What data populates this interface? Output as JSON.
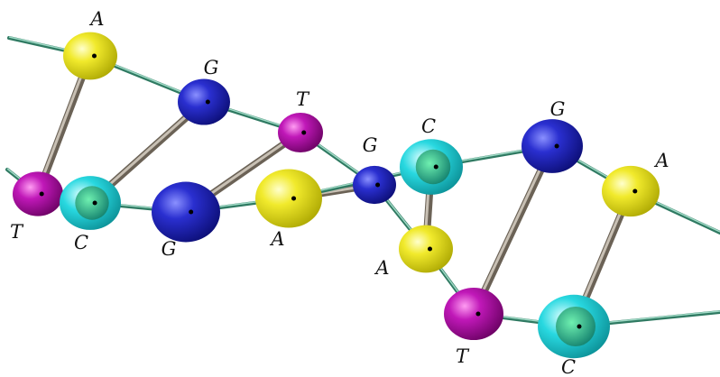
{
  "figure": {
    "description_visible": false,
    "colors": {
      "A": "#e8e21a",
      "G": "#2a2fd0",
      "T": "#c018b8",
      "C": "#28d8e0",
      "backbone": "#4fa58c",
      "rung": "#8a8070",
      "background": "#ffffff"
    },
    "nodes": [
      {
        "id": "n1",
        "base": "A",
        "label": "A"
      },
      {
        "id": "n2",
        "base": "G",
        "label": "G"
      },
      {
        "id": "n3",
        "base": "T",
        "label": "T"
      },
      {
        "id": "n4",
        "base": "G",
        "label": "G"
      },
      {
        "id": "n5",
        "base": "C",
        "label": "C"
      },
      {
        "id": "n6",
        "base": "G",
        "label": "G"
      },
      {
        "id": "n7",
        "base": "A",
        "label": "A"
      },
      {
        "id": "n8",
        "base": "T",
        "label": "T"
      },
      {
        "id": "n9",
        "base": "C",
        "label": "C"
      },
      {
        "id": "n10",
        "base": "G",
        "label": "G"
      },
      {
        "id": "n11",
        "base": "A",
        "label": "A"
      },
      {
        "id": "n12",
        "base": "A",
        "label": "A"
      },
      {
        "id": "n13",
        "base": "T",
        "label": "T"
      },
      {
        "id": "n14",
        "base": "C",
        "label": "C"
      }
    ]
  }
}
